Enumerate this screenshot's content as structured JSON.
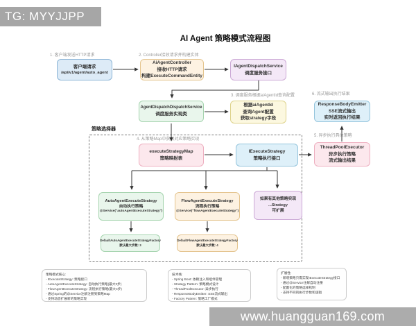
{
  "watermarks": {
    "top": "TG: MYYJJPP",
    "bottom": "www.huangguan169.com"
  },
  "title": "AI Agent 策略模式流程图",
  "steps": {
    "1": "1. 客户端发送HTTP请求",
    "2": "2. Controller接收请求并构建实体",
    "3": "3. 调度服务根据aiAgentId查询配置",
    "4": "4. 从策略Map中获取对应策略实现",
    "5": "5. 异步执行具体策略",
    "6": "6. 流式输出执行结果"
  },
  "selector_label": "策略选择器",
  "nodes": {
    "client": {
      "lines": [
        "客户端请求",
        "/api/v1/agent/auto_agent"
      ]
    },
    "controller": {
      "lines": [
        "AiAgentController",
        "接收HTTP请求",
        "构建ExecuteCommandEntity"
      ]
    },
    "dispatch_service": {
      "lines": [
        "IAgentDispatchService",
        "调度服务接口"
      ]
    },
    "dispatch_impl": {
      "lines": [
        "AgentDispatchDispatchService",
        "调度服务实现类"
      ]
    },
    "agent_config": {
      "lines": [
        "根据aiAgentId",
        "查询Agent配置",
        "获取strategy字段"
      ]
    },
    "response_emitter": {
      "lines": [
        "ResponseBodyEmitter",
        "SSE流式输出",
        "实时返回执行结果"
      ]
    },
    "strategy_map": {
      "lines": [
        "executeStrategyMap",
        "策略映射表"
      ]
    },
    "execute_strategy": {
      "lines": [
        "IExecuteStrategy",
        "策略执行接口"
      ]
    },
    "thread_pool": {
      "lines": [
        "ThreadPoolExecutor",
        "异步执行策略",
        "流式输出结果"
      ]
    },
    "auto_strategy": {
      "lines": [
        "AutoAgentExecuteStrategy",
        "自动执行策略",
        "@Service(\"autoAgentExecuteStrategy\")"
      ]
    },
    "flow_strategy": {
      "lines": [
        "FlowAgentExecuteStrategy",
        "流程执行策略",
        "@Service(\"flowAgentExecuteStrategy\")"
      ]
    },
    "other_strategy": {
      "lines": [
        "如果有其他策略实现",
        "...Strategy",
        "可扩展"
      ]
    },
    "auto_factory": {
      "lines": [
        "DefaultAutoAgentExecuteStrategyFactory",
        "默认最大步数: 3"
      ]
    },
    "flow_factory": {
      "lines": [
        "DefaultFlowAgentExecuteStrategyFactory",
        "默认最大步数: 4"
      ]
    }
  },
  "notes": [
    {
      "title": "策略模式核心:",
      "items": [
        "- IExecuteStrategy: 策略接口",
        "- AutoAgentExecuteStrategy: 自动执行策略(最大3步)",
        "- FlowAgentExecuteStrategy: 流程执行策略(最大4步)",
        "- 通过Spring的@Service注解注册到策略Map",
        "- 支持动态扩展新的策略实现"
      ]
    },
    {
      "title": "技术栈:",
      "items": [
        "- Spring Boot: 依赖注入和组件管理",
        "- Strategy Pattern: 策略模式设计",
        "- ThreadPoolExecutor: 异步执行",
        "- ResponseBodyEmitter: SSE流式输出",
        "- Factory Pattern: 策略工厂模式"
      ]
    },
    {
      "title": "扩展性:",
      "items": [
        "- 新增策略只需实现IExecuteStrategy接口",
        "- 通过@Service注解自动注册",
        "- 配置化的策略选择机制",
        "- 支持不同的执行步数和逻辑"
      ]
    }
  ],
  "colors": {
    "node_blue": "#ddebf7",
    "node_cream": "#fdf2e2",
    "node_purple": "#f4e8f7",
    "node_green": "#e9f6ec",
    "node_yellow": "#fcf8e0",
    "node_pink": "#fce8ed",
    "node_lightblue": "#def0f9",
    "watermark_gray": "#a9a9a9",
    "arrow": "#333333"
  }
}
